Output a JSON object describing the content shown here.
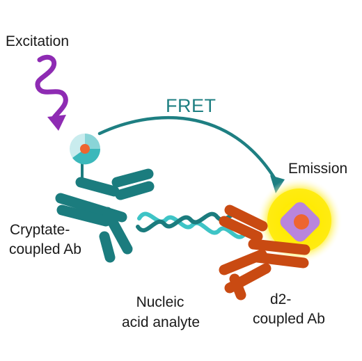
{
  "labels": {
    "excitation": "Excitation",
    "fret": "FRET",
    "emission": "Emission",
    "cryptate_line1": "Cryptate-",
    "cryptate_line2": "coupled Ab",
    "analyte_line1": "Nucleic",
    "analyte_line2": "acid analyte",
    "d2_line1": "d2-",
    "d2_line2": "coupled Ab"
  },
  "colors": {
    "excitation_wave": "#8e2bb3",
    "donor_antibody": "#1b7c7e",
    "helix": "#3ec4c6",
    "acceptor_antibody": "#c94a12",
    "fret_arrow": "#1e7f82",
    "glow": "#ffe600",
    "acceptor_diamond": "#b985dc",
    "fluorophore_core": "#ee6530",
    "donor_ring": "#c9ecee",
    "donor_wedge": "#3bb8bb"
  },
  "icons": {
    "excitation_wave": "squiggle-arrow-icon",
    "fret_arrow": "curved-arrow-icon"
  }
}
